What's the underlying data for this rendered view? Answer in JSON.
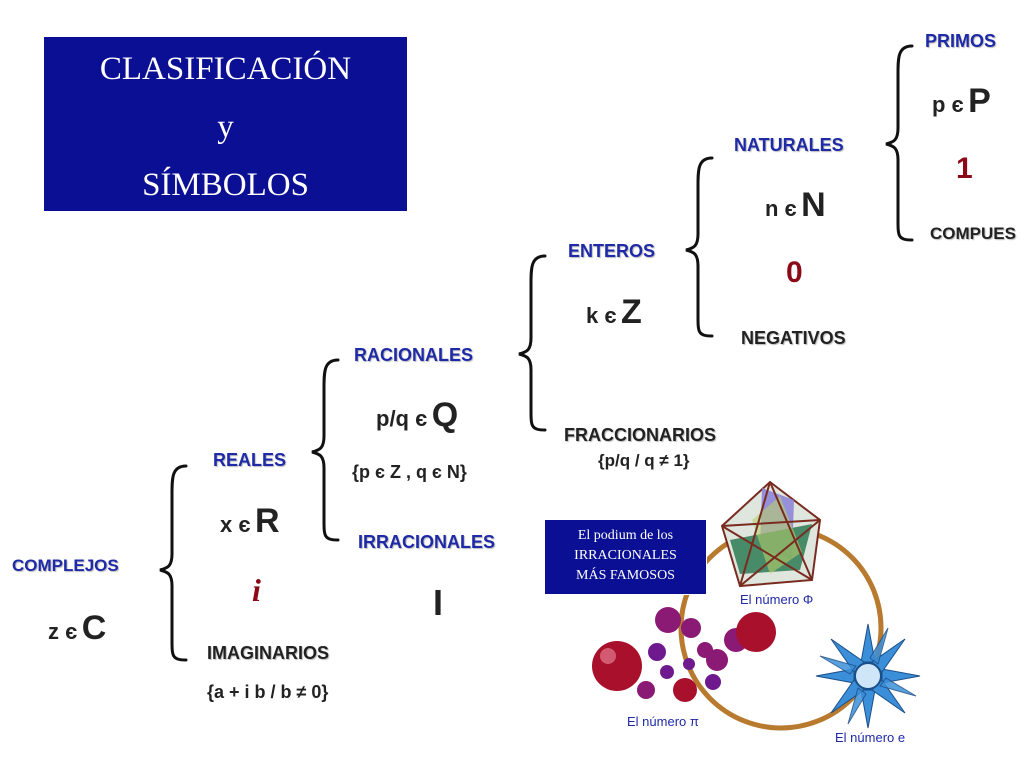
{
  "title": {
    "line1": "CLASIFICACIÓN",
    "line2": "y",
    "line3": "SÍMBOLOS"
  },
  "complejos": {
    "label": "COMPLEJOS",
    "sym": "z є",
    "letter": "C"
  },
  "reales": {
    "label": "REALES",
    "sym": "x є",
    "letter": "R"
  },
  "i_symbol": "i",
  "imaginarios": {
    "label": "IMAGINARIOS",
    "set": "{a + i b / b ≠ 0}"
  },
  "racionales": {
    "label": "RACIONALES",
    "sym": "p/q є",
    "letter": "Q",
    "set": "{p є Z , q є N}"
  },
  "irracionales": {
    "label": "IRRACIONALES",
    "letter": "I"
  },
  "enteros": {
    "label": "ENTEROS",
    "sym": "k є",
    "letter": "Z"
  },
  "fraccionarios": {
    "label": "FRACCIONARIOS",
    "set": "{p/q / q ≠ 1}"
  },
  "naturales": {
    "label": "NATURALES",
    "sym": "n є",
    "letter": "N"
  },
  "zero": "0",
  "negativos": "NEGATIVOS",
  "primos": {
    "label": "PRIMOS",
    "sym": "p є",
    "letter": "P"
  },
  "one": "1",
  "compuestos": "COMPUES",
  "podium": {
    "line1": "El podium de los",
    "line2": "IRRACIONALES",
    "line3": "MÁS FAMOSOS"
  },
  "famous": {
    "phi": "El número Φ",
    "pi": "El número π",
    "e": "El número e"
  },
  "colors": {
    "label_blue": "#1f2aa8",
    "box_navy": "#0b0f93",
    "dark_red": "#8c0a18",
    "ring": "#b87a2e"
  }
}
